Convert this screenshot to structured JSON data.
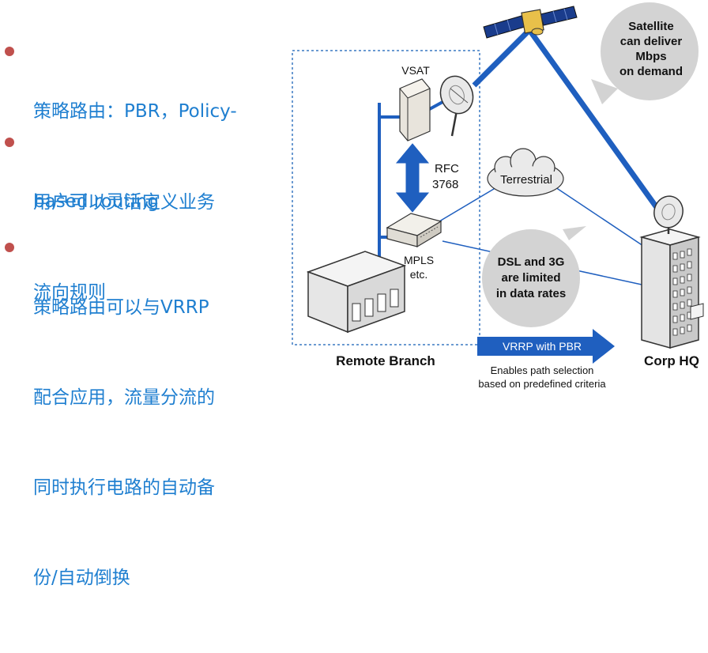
{
  "bullets": [
    {
      "line1": "策略路由：PBR，Policy-",
      "line2": "based routing"
    },
    {
      "line1": "用户可以灵活定义业务",
      "line2": "流向规则"
    },
    {
      "line1": "策略路由可以与VRRP",
      "line2": "配合应用，流量分流的",
      "line3": "同时执行电路的自动备",
      "line4": "份/自动倒换"
    }
  ],
  "diagram": {
    "vsat": "VSAT",
    "rfc1": "RFC",
    "rfc2": "3768",
    "terrestrial": "Terrestrial",
    "mpls1": "MPLS",
    "mpls2": "etc.",
    "satellite_bubble": [
      "Satellite",
      "can deliver",
      "Mbps",
      "on demand"
    ],
    "dsl_bubble": [
      "DSL and 3G",
      "are limited",
      "in data rates"
    ],
    "remote_branch": "Remote Branch",
    "corp_hq": "Corp HQ",
    "vrrp_arrow": "VRRP with PBR",
    "caption1": "Enables path selection",
    "caption2": "based on predefined criteria"
  },
  "colors": {
    "bullet_text": "#1f7fd0",
    "bullet_dot": "#c0504d",
    "link_blue": "#1f5fbf",
    "arrow_blue": "#1f5fbf",
    "bubble_gray": "#d3d3d3"
  }
}
